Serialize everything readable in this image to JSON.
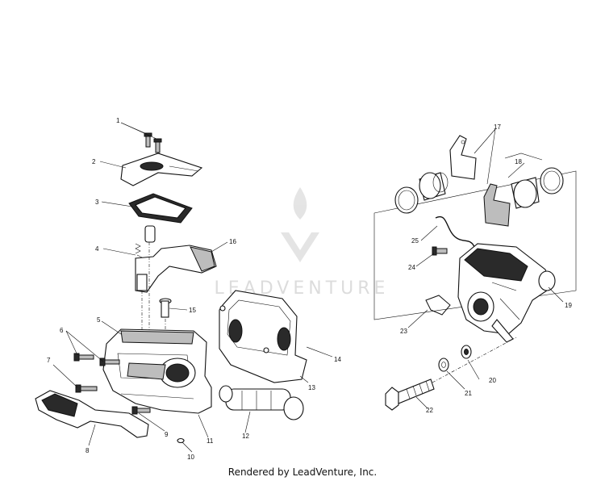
{
  "footer": {
    "text": "Rendered by LeadVenture, Inc."
  },
  "watermark": {
    "text": "LEADVENTURE",
    "color": "#d9d9d9",
    "icon": "flame-v-logo"
  },
  "callouts": {
    "p1": "1",
    "p2": "2",
    "p3": "3",
    "p4": "4",
    "p5": "5",
    "p6": "6",
    "p7": "7",
    "p8": "8",
    "p9": "9",
    "p10": "10",
    "p11": "11",
    "p12": "12",
    "p13": "13",
    "p14": "14",
    "p15": "15",
    "p16": "16",
    "p17": "17",
    "p18": "18",
    "p19": "19",
    "p20": "20",
    "p21": "21",
    "p22": "22",
    "p23": "23",
    "p24": "24",
    "p25": "25"
  }
}
